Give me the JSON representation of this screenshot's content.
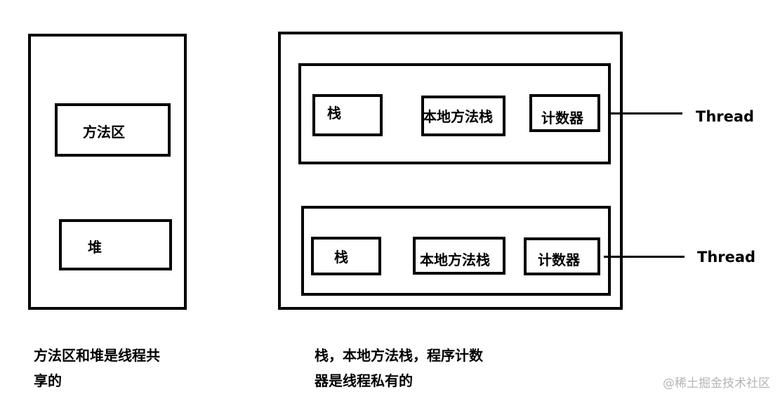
{
  "shared_area": {
    "method_area": "方法区",
    "heap": "堆",
    "caption_line1": "方法区和堆是线程共",
    "caption_line2": "享的"
  },
  "threads": [
    {
      "stack": "栈",
      "native_stack": "本地方法栈",
      "counter": "计数器",
      "label": "Thread"
    },
    {
      "stack": "栈",
      "native_stack": "本地方法栈",
      "counter": "计数器",
      "label": "Thread"
    }
  ],
  "private_area": {
    "caption_line1": "栈，本地方法栈，程序计数",
    "caption_line2": "器是线程私有的"
  },
  "watermark": "@稀土掘金技术社区"
}
